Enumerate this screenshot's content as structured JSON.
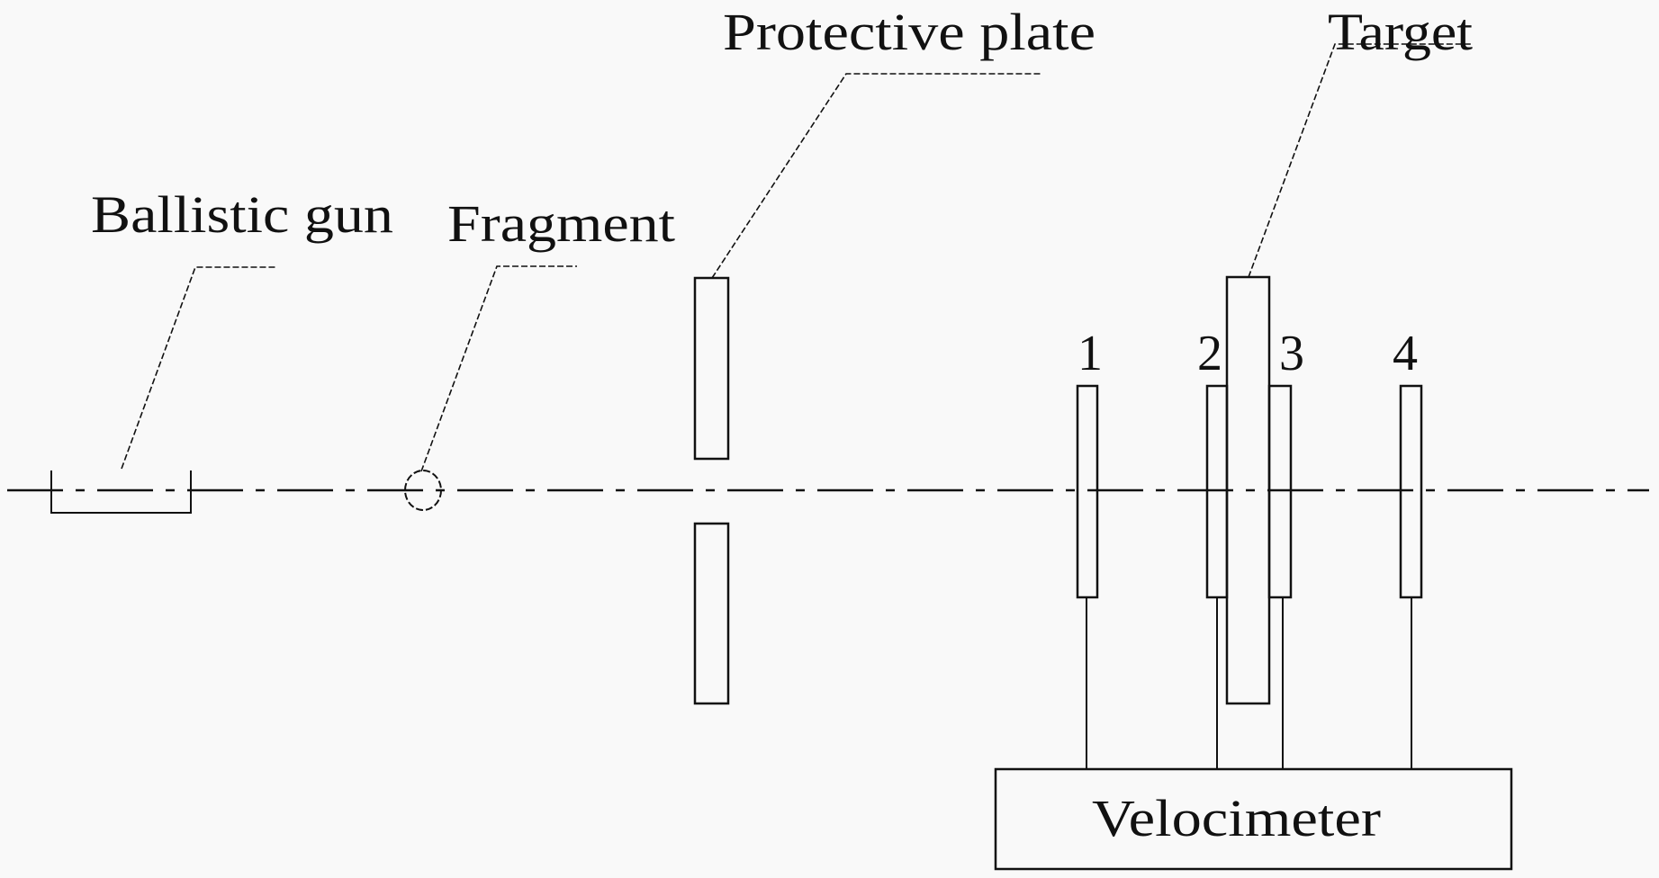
{
  "labels": {
    "ballistic_gun": "Ballistic gun",
    "fragment": "Fragment",
    "protective_plate": "Protective plate",
    "target": "Target",
    "velocimeter": "Velocimeter"
  },
  "sensors": [
    "1",
    "2",
    "3",
    "4"
  ]
}
